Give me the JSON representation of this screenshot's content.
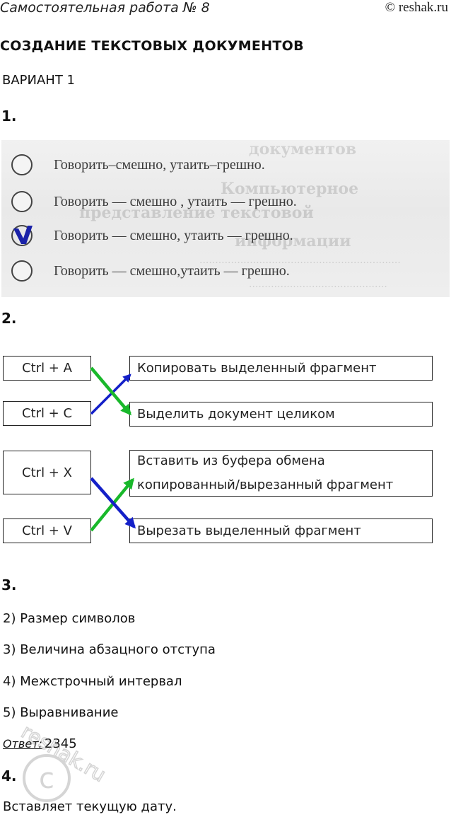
{
  "header": {
    "left": "Самостоятельная работа № 8",
    "right": "© reshak.ru"
  },
  "title": "СОЗДАНИЕ ТЕКСТОВЫХ ДОКУМЕНТОВ",
  "variant": "ВАРИАНТ 1",
  "q1": {
    "number": "1.",
    "options": [
      {
        "text": "Говорить–смешно, утаить–грешно.",
        "checked": false
      },
      {
        "text": "Говорить — смешно , утаить — грешно.",
        "checked": false
      },
      {
        "text": "Говорить — смешно, утаить — грешно.",
        "checked": true
      },
      {
        "text": "Говорить — смешно,утаить — грешно.",
        "checked": false
      }
    ]
  },
  "q2": {
    "number": "2.",
    "group1": {
      "keys": [
        "Ctrl + A",
        "Ctrl + C"
      ],
      "actions": [
        "Копировать выделенный фрагмент",
        "Выделить документ целиком"
      ]
    },
    "group2": {
      "keys": [
        "Ctrl + X",
        "Ctrl + V"
      ],
      "actions": [
        [
          "Вставить из буфера обмена",
          "копированный/вырезанный фрагмент"
        ],
        "Вырезать выделенный фрагмент"
      ]
    },
    "arrow_colors": {
      "green": "#19b82b",
      "blue": "#1420c8"
    }
  },
  "q3": {
    "number": "3.",
    "items": [
      "2) Размер символов",
      "3) Величина абзацного отступа",
      "4) Межстрочный интервал",
      "5) Выравнивание"
    ],
    "answer_label": "Ответ:",
    "answer_value": "2345"
  },
  "q4": {
    "number": "4.",
    "text": "Вставляет текущую дату."
  },
  "watermark": "reshak.ru"
}
